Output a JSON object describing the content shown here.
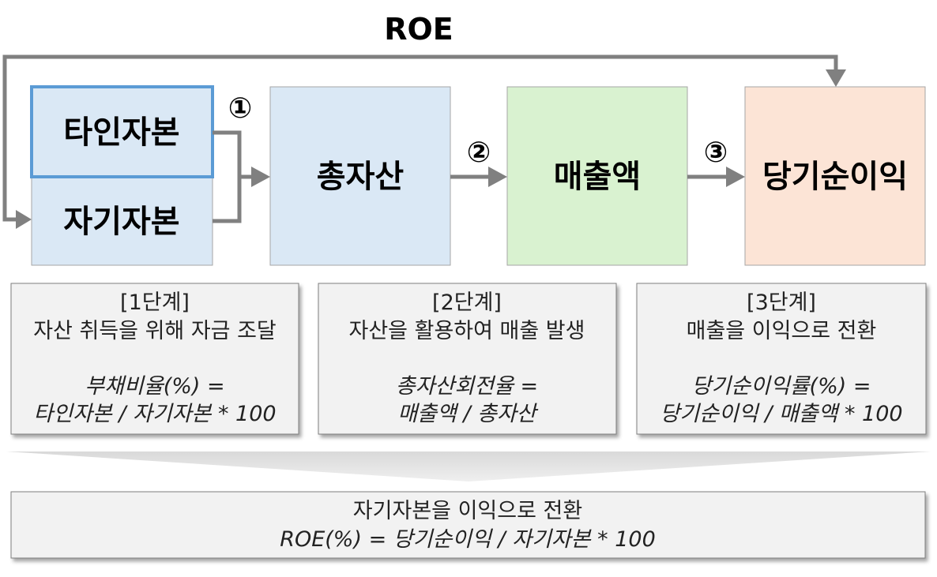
{
  "title": "ROE",
  "nodes": {
    "foreign_capital": "타인자본",
    "equity_capital": "자기자본",
    "total_assets": "총자산",
    "revenue": "매출액",
    "net_income": "당기순이익"
  },
  "step_markers": [
    "①",
    "②",
    "③"
  ],
  "steps": [
    {
      "heading": "[1단계]",
      "description": "자산 취득을 위해 자금 조달",
      "formula_name": "부채비율(%) =",
      "formula_expr": "타인자본 / 자기자본 * 100"
    },
    {
      "heading": "[2단계]",
      "description": "자산을 활용하여 매출 발생",
      "formula_name": "총자산회전율 =",
      "formula_expr": "매출액 / 총자산"
    },
    {
      "heading": "[3단계]",
      "description": "매출을 이익으로 전환",
      "formula_name": "당기순이익률(%) =",
      "formula_expr": "당기순이익 / 매출액 * 100"
    }
  ],
  "summary": {
    "description": "자기자본을 이익으로 전환",
    "formula": "ROE(%) = 당기순이익 / 자기자본 * 100"
  },
  "colors": {
    "blue_fill": "#dae8f5",
    "blue_border": "#5b9bd5",
    "green_fill": "#d9f2d0",
    "peach_fill": "#fce4d6",
    "gray_fill": "#f2f2f2",
    "arrow": "#808080"
  }
}
